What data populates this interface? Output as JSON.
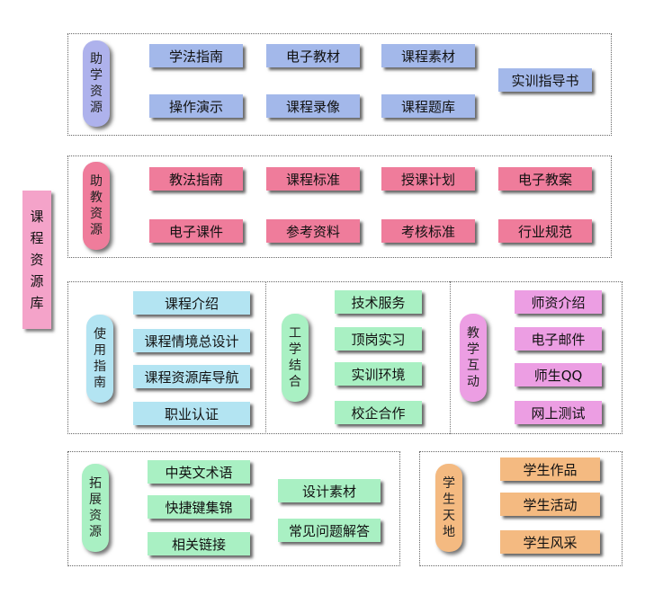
{
  "root": {
    "chars": [
      "课",
      "程",
      "资",
      "源",
      "库"
    ]
  },
  "groups": [
    {
      "id": "xue",
      "label": [
        "助",
        "学",
        "资",
        "源"
      ],
      "items": [
        "学法指南",
        "电子教材",
        "课程素材",
        "实训指导书",
        "操作演示",
        "课程录像",
        "课程题库"
      ]
    },
    {
      "id": "jiao",
      "label": [
        "助",
        "教",
        "资",
        "源"
      ],
      "items": [
        "教法指南",
        "课程标准",
        "授课计划",
        "电子教案",
        "电子课件",
        "参考资料",
        "考核标准",
        "行业规范"
      ]
    },
    {
      "id": "shiyong",
      "label": [
        "使",
        "用",
        "指",
        "南"
      ],
      "items": [
        "课程介绍",
        "课程情境总设计",
        "课程资源库导航",
        "职业认证"
      ]
    },
    {
      "id": "gongxue",
      "label": [
        "工",
        "学",
        "结",
        "合"
      ],
      "items": [
        "技术服务",
        "顶岗实习",
        "实训环境",
        "校企合作"
      ]
    },
    {
      "id": "hudong",
      "label": [
        "教",
        "学",
        "互",
        "动"
      ],
      "items": [
        "师资介绍",
        "电子邮件",
        "师生QQ",
        "网上测试"
      ]
    },
    {
      "id": "tuozhan",
      "label": [
        "拓",
        "展",
        "资",
        "源"
      ],
      "items": [
        "中英文术语",
        "快捷键集锦",
        "相关链接",
        "设计素材",
        "常见问题解答"
      ]
    },
    {
      "id": "xuesheng",
      "label": [
        "学",
        "生",
        "天",
        "地"
      ],
      "items": [
        "学生作品",
        "学生活动",
        "学生风采"
      ]
    }
  ]
}
